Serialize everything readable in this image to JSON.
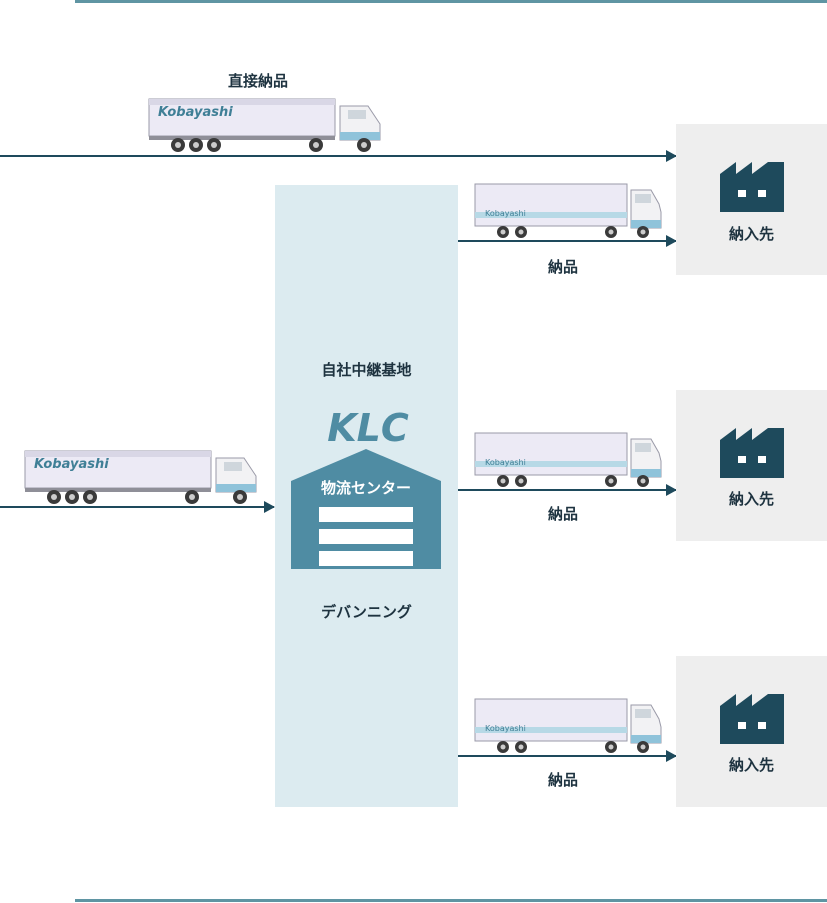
{
  "direct_label": "直接納品",
  "center": {
    "title": "自社中継基地",
    "logo": "KLC",
    "warehouse_label": "物流センター",
    "process_label": "デバンニング"
  },
  "destinations": [
    {
      "label": "納入先",
      "icon": "factory-icon"
    },
    {
      "label": "納入先",
      "icon": "factory-icon"
    },
    {
      "label": "納入先",
      "icon": "factory-icon"
    }
  ],
  "deliveries": [
    {
      "label": "納品"
    },
    {
      "label": "納品"
    },
    {
      "label": "納品"
    }
  ],
  "trailer_brand": "Kobayashi",
  "colors": {
    "accent_rule": "#5f95a3",
    "arrow": "#1e4a5c",
    "center_panel": "#dcebf0",
    "destination_box": "#eeeeee",
    "factory": "#1e4a5c",
    "warehouse": "#4f8ca3",
    "logo_blue": "#4f8ca3"
  }
}
